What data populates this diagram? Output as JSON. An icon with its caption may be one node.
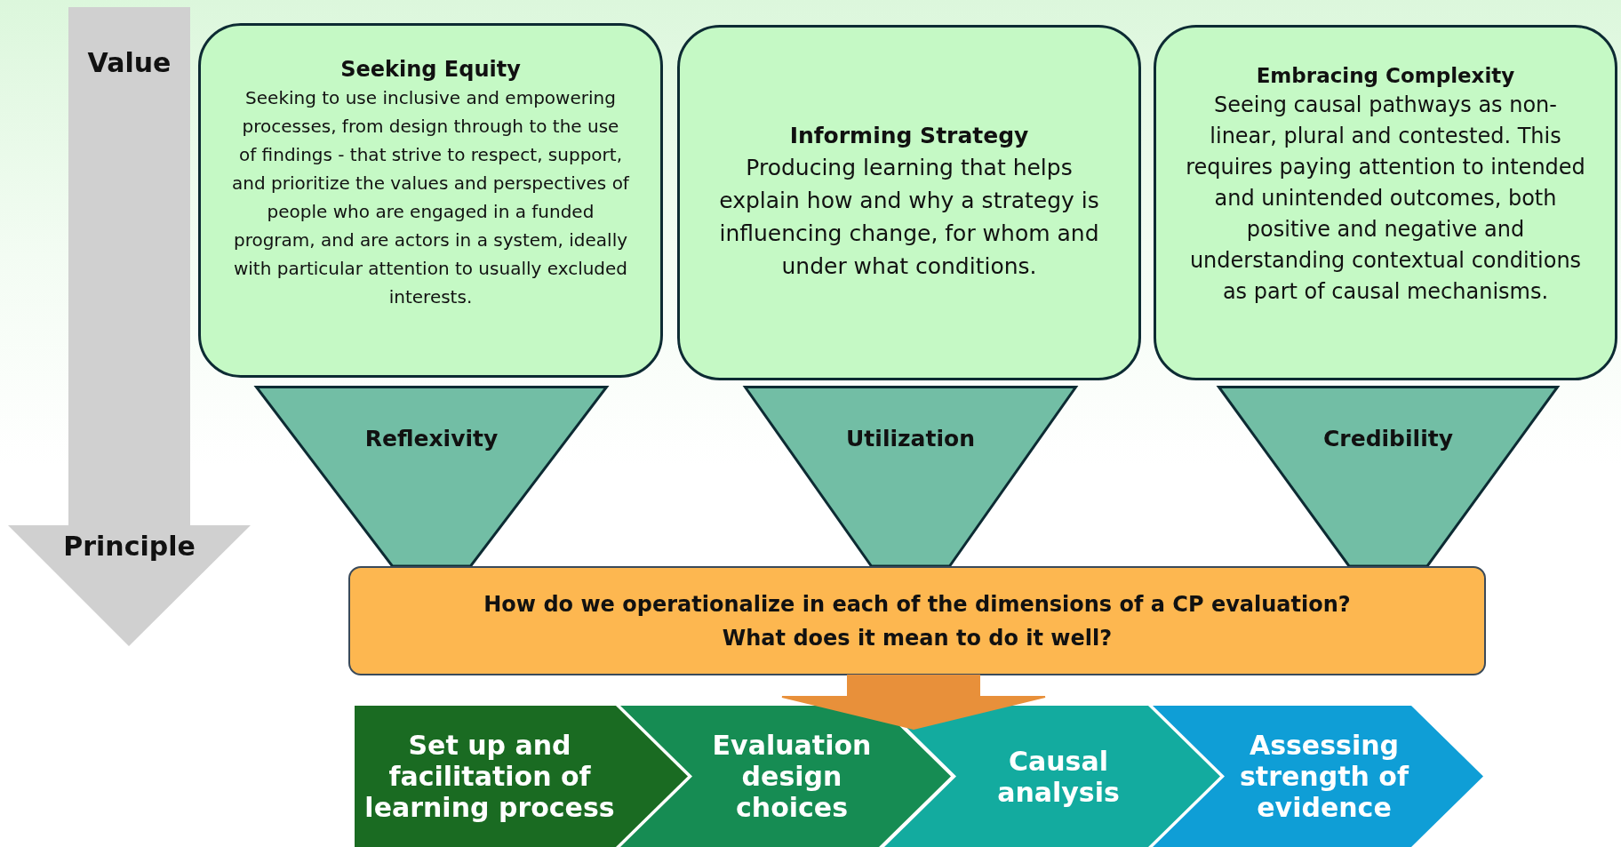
{
  "diagram": {
    "nodes": [
      {
        "text": [
          "Value",
          "Principle"
        ]
      },
      {
        "text": [
          "Seeking Equity",
          "Seeking to use inclusive and empowering processes, from design through to the use of findings - that strive to respect, support, and prioritize the values and perspectives of people who are engaged in a funded program, and are actors in a system, ideally with particular attention to usually excluded interests."
        ]
      },
      {
        "text": [
          "Informing Strategy",
          "Producing learning that helps explain how and why a strategy is influencing change, for whom and under what conditions."
        ]
      },
      {
        "text": [
          "Embracing Complexity",
          "Seeing causal pathways as non-linear, plural and contested. This requires paying attention to intended and unintended outcomes, both positive and negative and understanding contextual conditions as part of causal mechanisms."
        ]
      },
      {
        "text": [
          "Reflexivity"
        ]
      },
      {
        "text": [
          "Utilization"
        ]
      },
      {
        "text": [
          "Credibility"
        ]
      },
      {
        "text": [
          "How do we operationalize in each of the dimensions of a CP evaluation?",
          "What does it mean to do it well?"
        ]
      },
      {
        "text": [
          "Set up and facilitation of learning process"
        ]
      },
      {
        "text": [
          "Evaluation design choices"
        ]
      },
      {
        "text": [
          "Causal analysis"
        ]
      },
      {
        "text": [
          "Assessing strength of evidence"
        ]
      }
    ],
    "edges": [
      {
        "from": 7,
        "to": 9,
        "arrow": "to",
        "style": "thick",
        "color": "#e8903a"
      }
    ]
  }
}
